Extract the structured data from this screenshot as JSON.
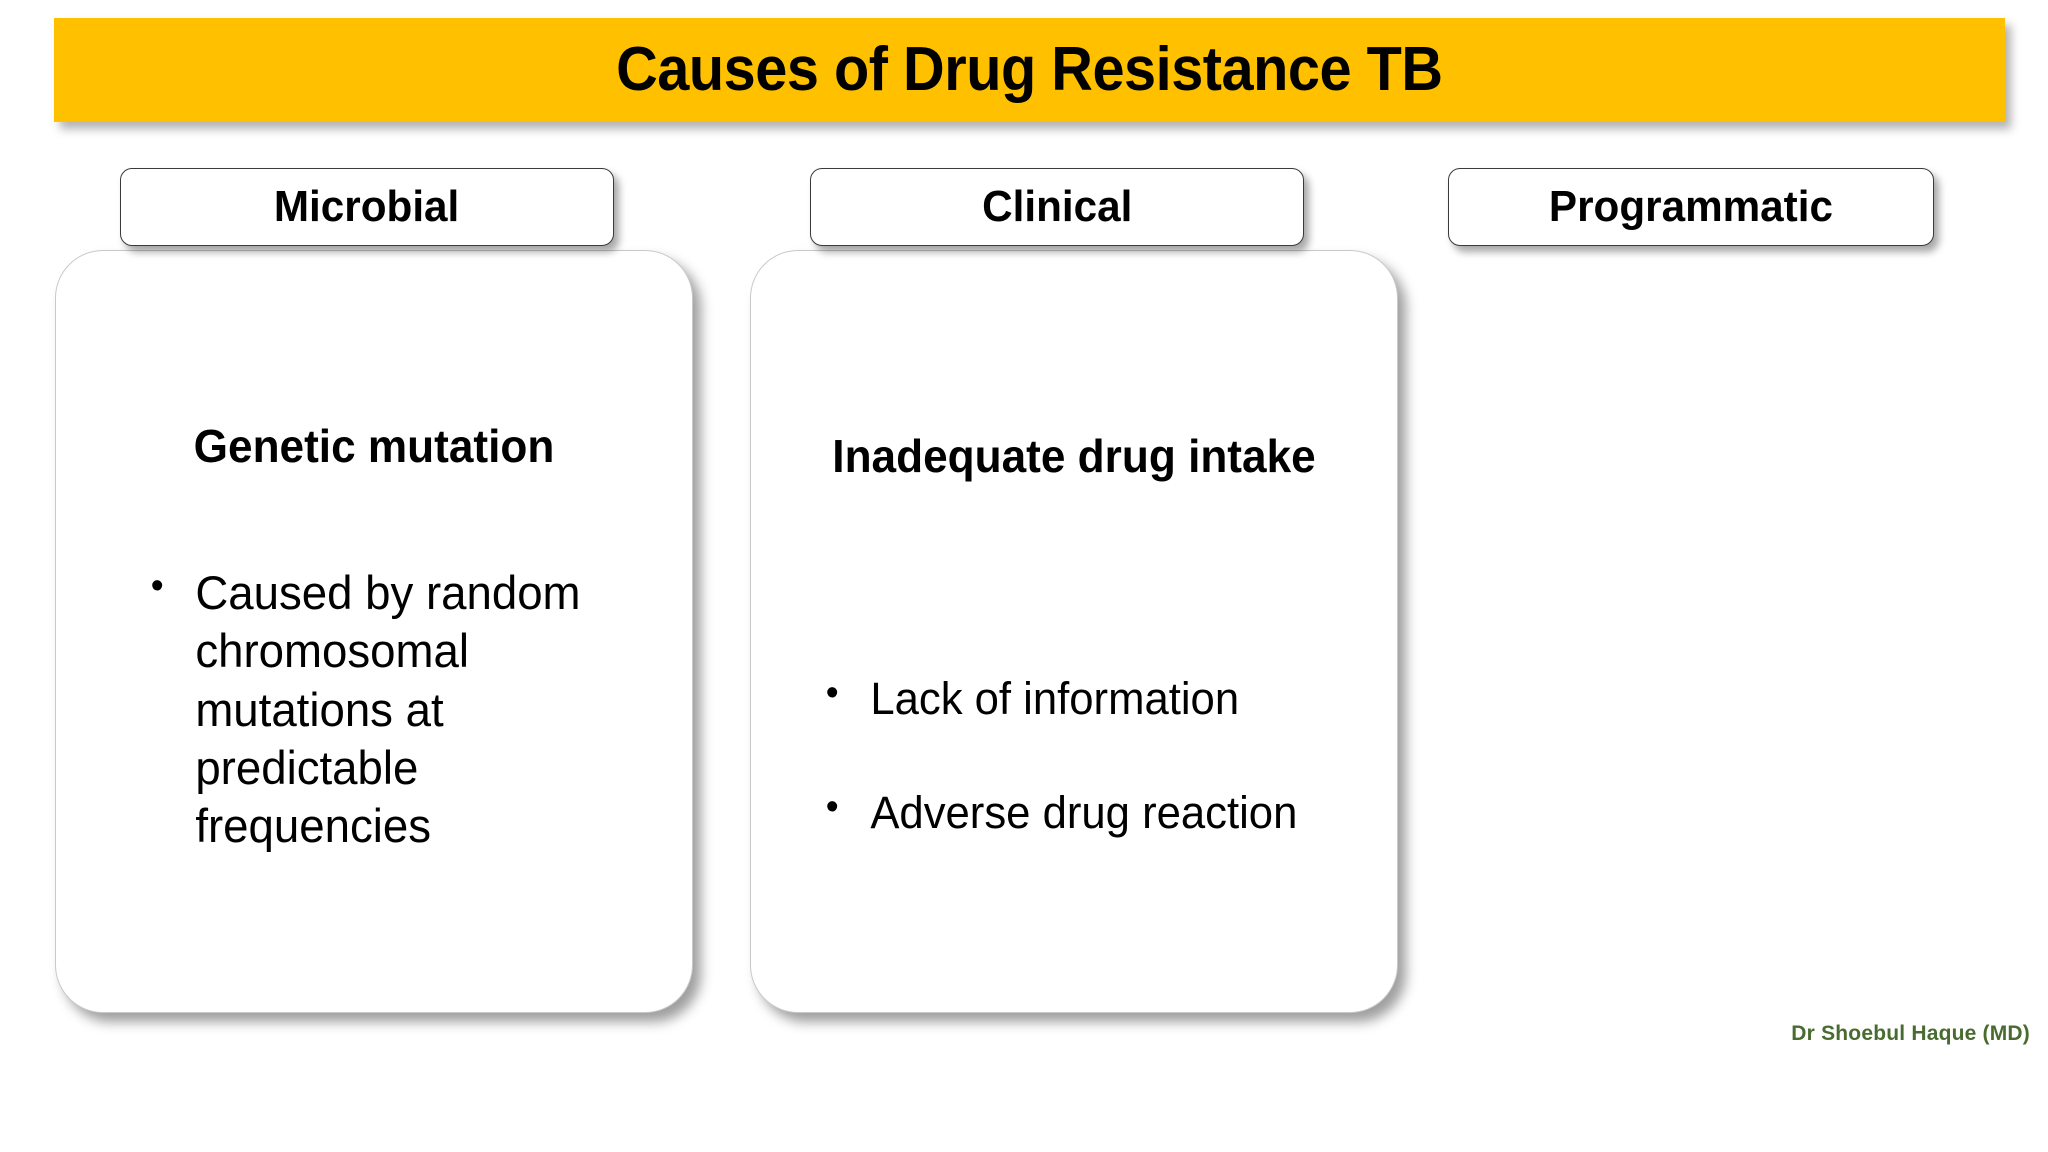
{
  "slide": {
    "title": "Causes of Drug Resistance TB",
    "banner_color": "#FFC000",
    "background_color": "#FFFFFF"
  },
  "columns": [
    {
      "tab_label": "Microbial",
      "heading": "Genetic mutation",
      "bullets": [
        "Caused by random chromosomal mutations at predictable frequencies"
      ]
    },
    {
      "tab_label": "Clinical",
      "heading": "Inadequate drug intake",
      "bullets": [
        "Lack of information",
        "Adverse drug reaction"
      ]
    },
    {
      "tab_label": "Programmatic",
      "heading": "",
      "bullets": []
    }
  ],
  "footer": {
    "credit": "Dr Shoebul Haque (MD)",
    "credit_color": "#4A6B2F"
  }
}
